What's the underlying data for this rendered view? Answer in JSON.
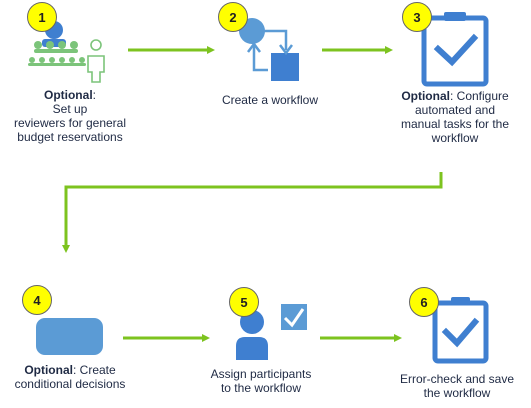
{
  "steps": [
    {
      "number": "1",
      "bold": "Optional",
      "text": ":\nSet up\nreviewers for general\nbudget reservations"
    },
    {
      "number": "2",
      "bold": "",
      "text": "Create a workflow"
    },
    {
      "number": "3",
      "bold": "Optional",
      "text": ": Configure\nautomated and\nmanual tasks for the\nworkflow"
    },
    {
      "number": "4",
      "bold": "Optional",
      "text": ": Create\nconditional decisions"
    },
    {
      "number": "5",
      "bold": "",
      "text": "Assign participants\nto the workflow"
    },
    {
      "number": "6",
      "bold": "",
      "text": "Error-check and save\nthe workflow"
    }
  ],
  "colors": {
    "badge": "#ffff00",
    "arrow": "#7dc31f",
    "icon_blue": "#3f7fd0",
    "icon_light_blue": "#5b9bd5",
    "person_green": "#7cc47a",
    "text": "#1f2a44"
  },
  "icons": {
    "step1": "reviewers-hierarchy-icon",
    "step2": "workflow-icon",
    "step3": "clipboard-check-icon",
    "step4": "conditional-decision-icon",
    "step5": "person-check-icon",
    "step6": "clipboard-check-icon"
  }
}
